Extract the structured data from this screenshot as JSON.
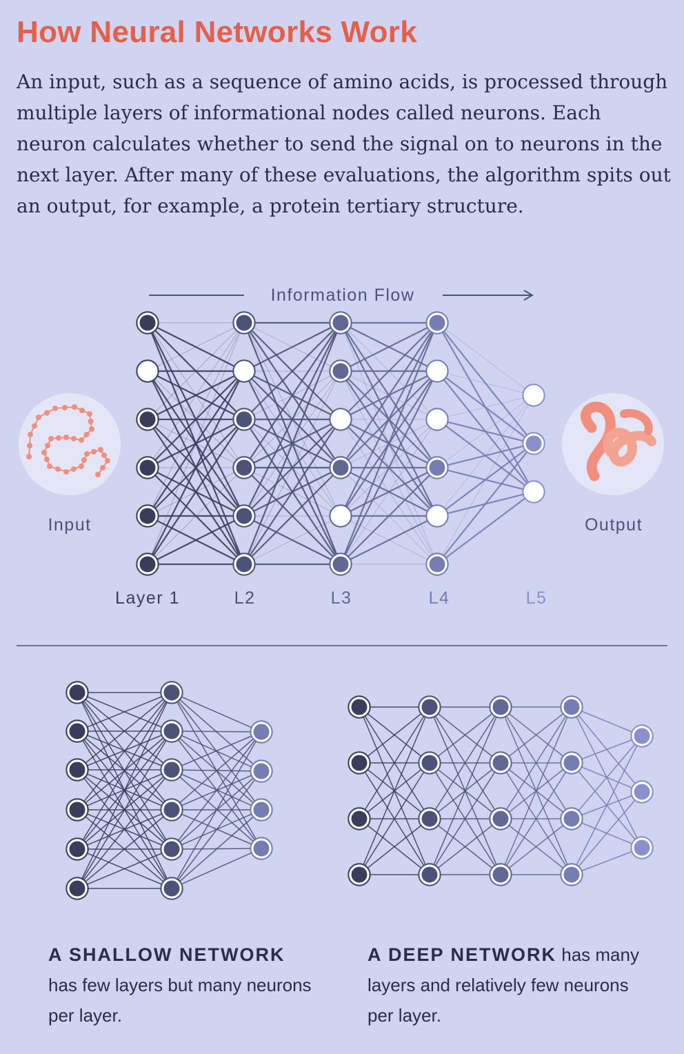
{
  "title": "How Neural Networks Work",
  "intro": "An input, such as a sequence of amino acids, is processed through multiple layers of informational nodes called neurons. Each neuron calculates whether to send the signal on to neurons in the next layer. After many of these evaluations, the algorithm spits out an output, for example, a protein tertiary structure.",
  "diagram": {
    "flow_label": "Information Flow",
    "input_label": "Input",
    "output_label": "Output",
    "layer_labels": [
      "Layer 1",
      "L2",
      "L3",
      "L4",
      "L5"
    ],
    "icons": {
      "input": "amino-acid-chain-icon",
      "output": "protein-structure-icon"
    }
  },
  "shallow": {
    "heading": "A SHALLOW NETWORK",
    "text": "has few layers but many neurons per layer."
  },
  "deep": {
    "heading": "A DEEP NETWORK",
    "text": " has many layers and relatively few neurons per layer."
  },
  "colors": {
    "background": "#d0d4f1",
    "title": "#e4604a",
    "text": "#2a2d45",
    "layer1": "#3a3d5c",
    "layer2": "#4d5278",
    "layer3": "#626894",
    "layer4": "#767db2",
    "layer5": "#8990cc",
    "accent": "#f08f7e"
  }
}
